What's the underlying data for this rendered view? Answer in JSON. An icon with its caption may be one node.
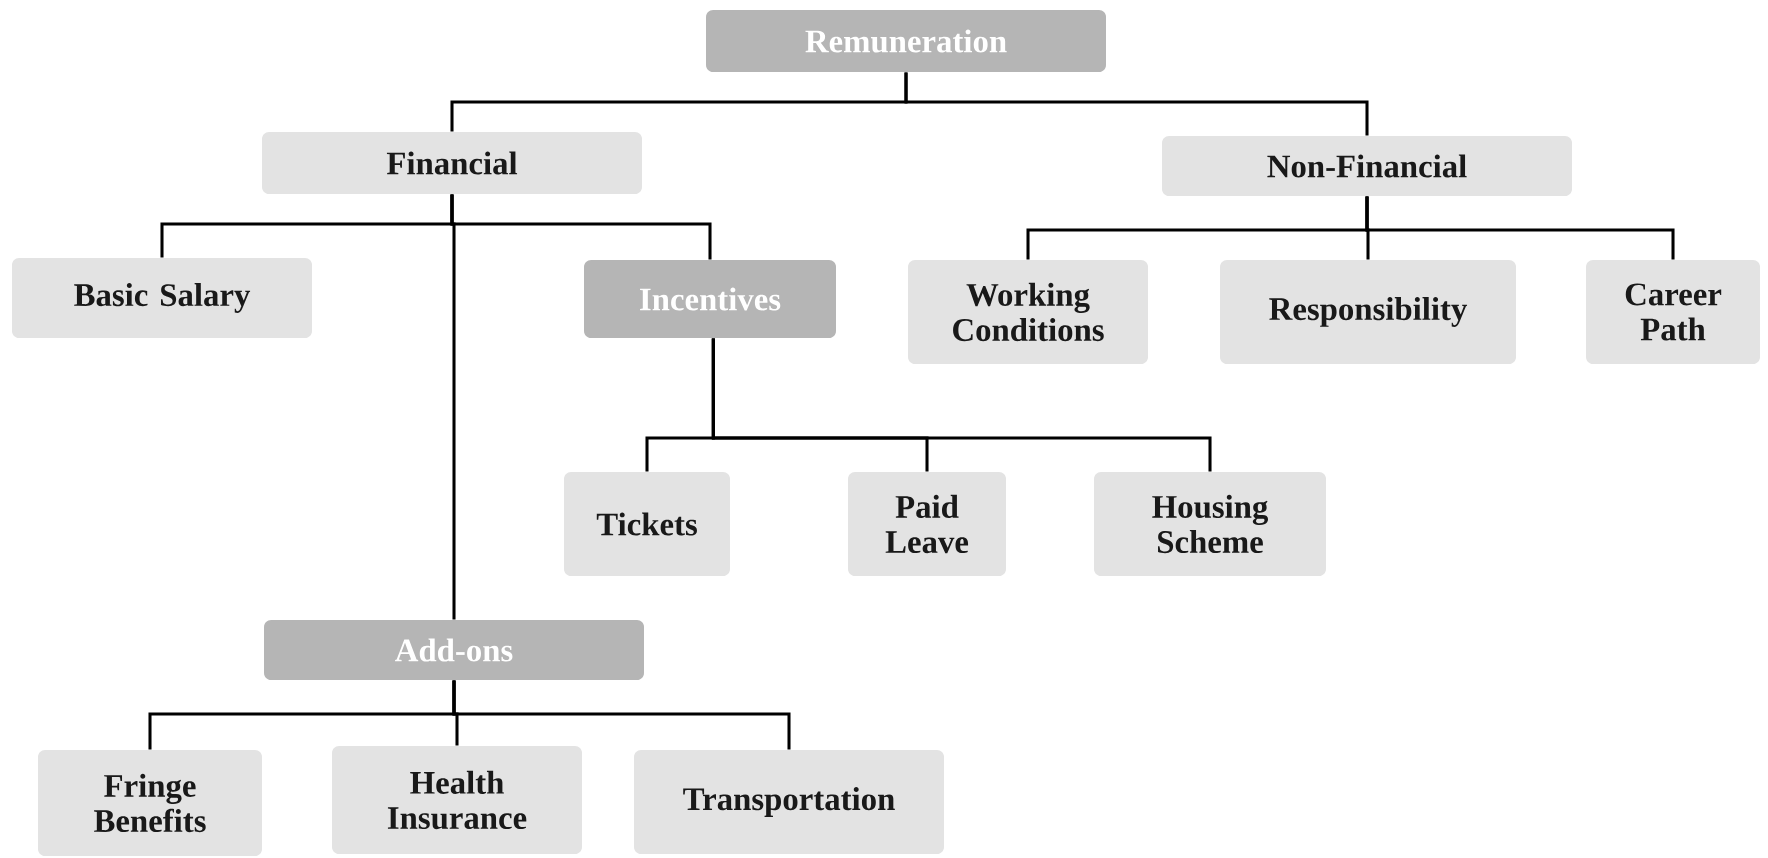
{
  "diagram": {
    "nodes": [
      {
        "text": [
          "Remuneration"
        ]
      },
      {
        "text": [
          "Financial"
        ]
      },
      {
        "text": [
          "Non-Financial"
        ]
      },
      {
        "text": [
          "Basic Salary"
        ]
      },
      {
        "text": [
          "Incentives"
        ]
      },
      {
        "text": [
          "Working Conditions"
        ]
      },
      {
        "text": [
          "Responsibility"
        ]
      },
      {
        "text": [
          "Career Path"
        ]
      },
      {
        "text": [
          "Tickets"
        ]
      },
      {
        "text": [
          "Paid Leave"
        ]
      },
      {
        "text": [
          "Housing Scheme"
        ]
      },
      {
        "text": [
          "Add-ons"
        ]
      },
      {
        "text": [
          "Fringe Benefits"
        ]
      },
      {
        "text": [
          "Health Insurance"
        ]
      },
      {
        "text": [
          "Transportation"
        ]
      }
    ],
    "edges": [
      {
        "from": 0,
        "to": 1,
        "arrow": "none"
      },
      {
        "from": 0,
        "to": 2,
        "arrow": "none"
      },
      {
        "from": 1,
        "to": 3,
        "arrow": "none"
      },
      {
        "from": 1,
        "to": 4,
        "arrow": "none"
      },
      {
        "from": 1,
        "to": 11,
        "arrow": "none"
      },
      {
        "from": 2,
        "to": 5,
        "arrow": "none"
      },
      {
        "from": 2,
        "to": 6,
        "arrow": "none"
      },
      {
        "from": 2,
        "to": 7,
        "arrow": "none"
      },
      {
        "from": 4,
        "to": 8,
        "arrow": "none"
      },
      {
        "from": 4,
        "to": 9,
        "arrow": "none"
      },
      {
        "from": 4,
        "to": 10,
        "arrow": "none"
      },
      {
        "from": 11,
        "to": 12,
        "arrow": "none"
      },
      {
        "from": 11,
        "to": 13,
        "arrow": "none"
      },
      {
        "from": 11,
        "to": 14,
        "arrow": "none"
      }
    ]
  }
}
